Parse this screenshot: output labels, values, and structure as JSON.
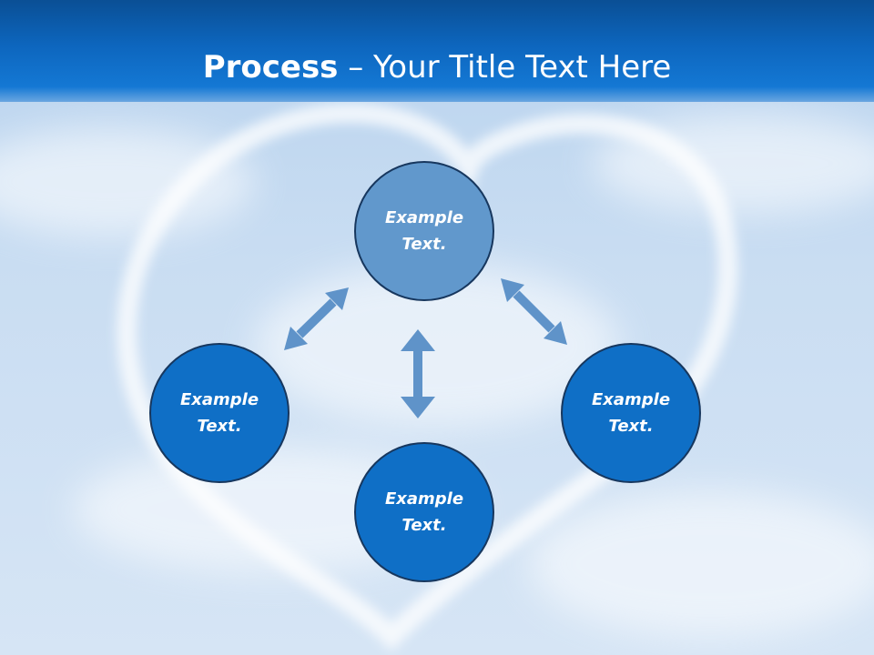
{
  "title": {
    "bold": "Process",
    "rest": " – Your Title Text Here"
  },
  "nodes": [
    {
      "id": "top",
      "text": "Example\nText."
    },
    {
      "id": "left",
      "text": "Example\nText."
    },
    {
      "id": "right",
      "text": "Example\nText."
    },
    {
      "id": "bottom",
      "text": "Example\nText."
    }
  ],
  "colors": {
    "header": "#0d66be",
    "node_highlight": "#6198cc",
    "node": "#0f6fc6",
    "arrow": "#5f93c9"
  }
}
